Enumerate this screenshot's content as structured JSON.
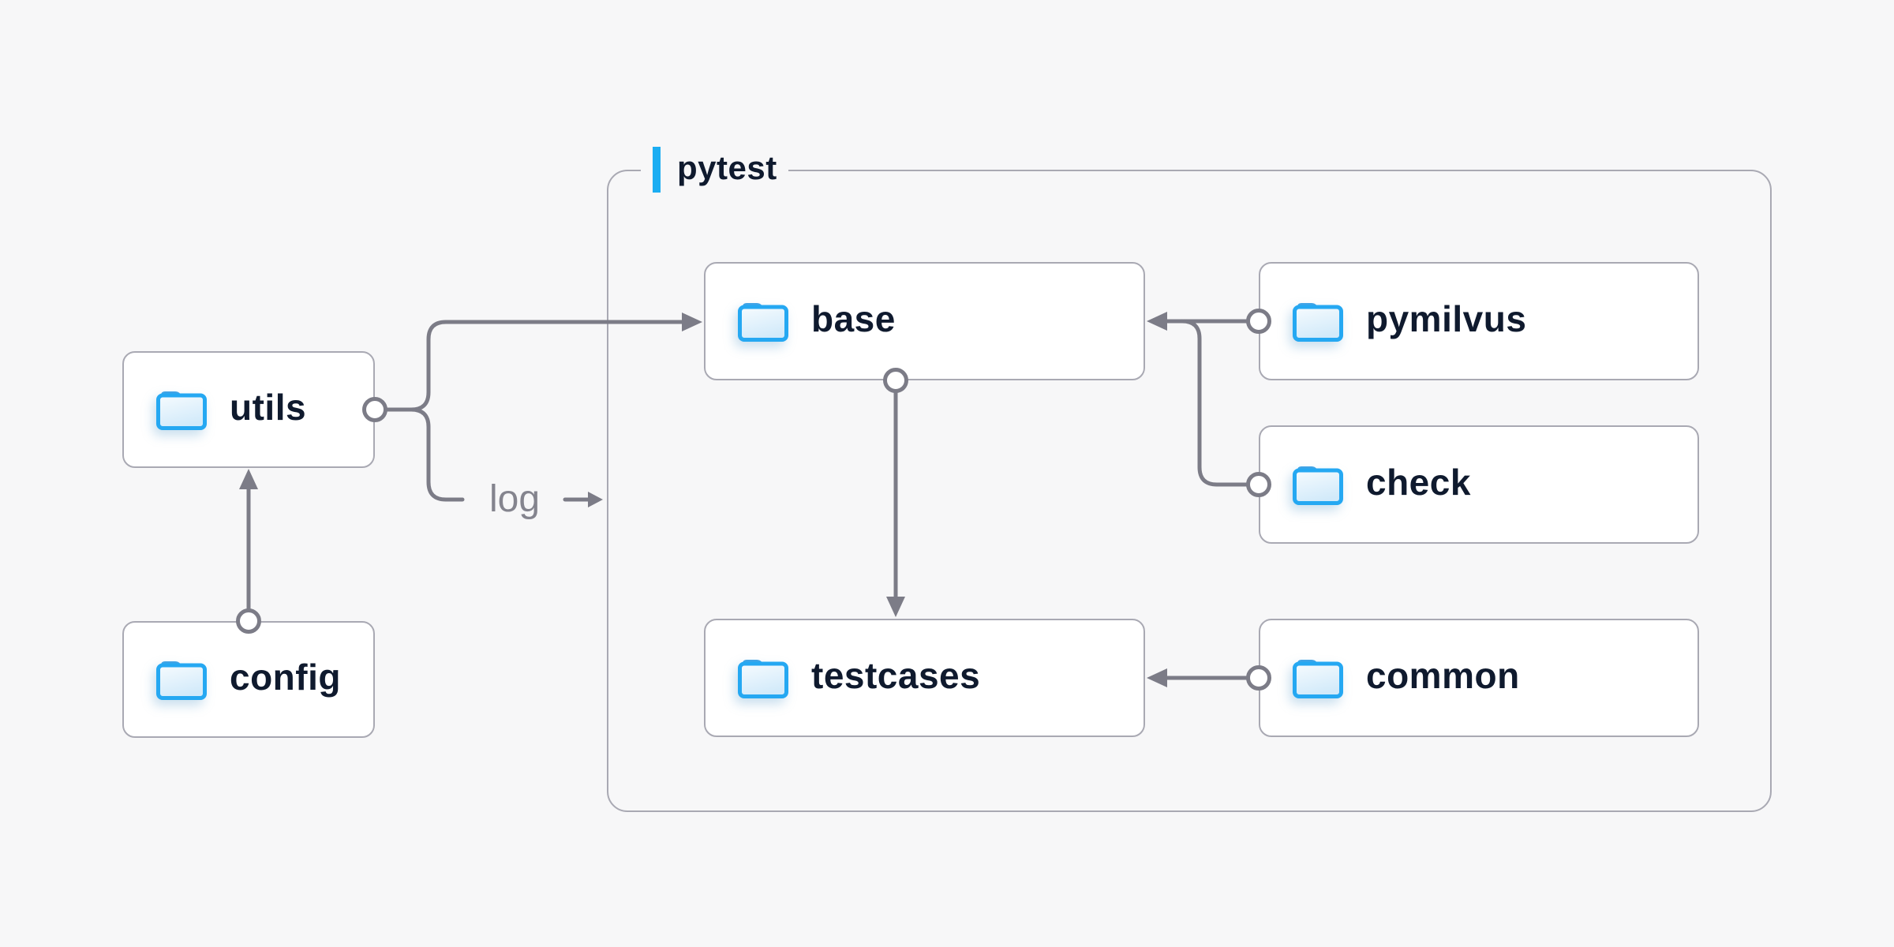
{
  "diagram": {
    "container": {
      "label": "pytest"
    },
    "nodes": [
      {
        "id": "utils",
        "label": "utils",
        "icon": "folder-icon"
      },
      {
        "id": "config",
        "label": "config",
        "icon": "folder-icon"
      },
      {
        "id": "base",
        "label": "base",
        "icon": "folder-icon"
      },
      {
        "id": "testcases",
        "label": "testcases",
        "icon": "folder-icon"
      },
      {
        "id": "pymilvus",
        "label": "pymilvus",
        "icon": "folder-icon"
      },
      {
        "id": "check",
        "label": "check",
        "icon": "folder-icon"
      },
      {
        "id": "common",
        "label": "common",
        "icon": "folder-icon"
      }
    ],
    "edges": [
      {
        "from": "config",
        "to": "utils",
        "label": ""
      },
      {
        "from": "utils",
        "to": "base",
        "label": ""
      },
      {
        "from": "utils",
        "to": "pytest",
        "label": "log"
      },
      {
        "from": "pymilvus",
        "to": "base",
        "label": ""
      },
      {
        "from": "check",
        "to": "base",
        "label": ""
      },
      {
        "from": "base",
        "to": "testcases",
        "label": ""
      },
      {
        "from": "common",
        "to": "testcases",
        "label": ""
      }
    ],
    "colors": {
      "background": "#f7f7f8",
      "node_background": "#ffffff",
      "node_border": "#a9a9b3",
      "container_border": "#a9a9b3",
      "edge": "#7c7c87",
      "label_text": "#0f1a2e",
      "edge_label_text": "#84848e",
      "accent_blue": "#1badf2",
      "folder_blue": "#25a8f2"
    }
  }
}
